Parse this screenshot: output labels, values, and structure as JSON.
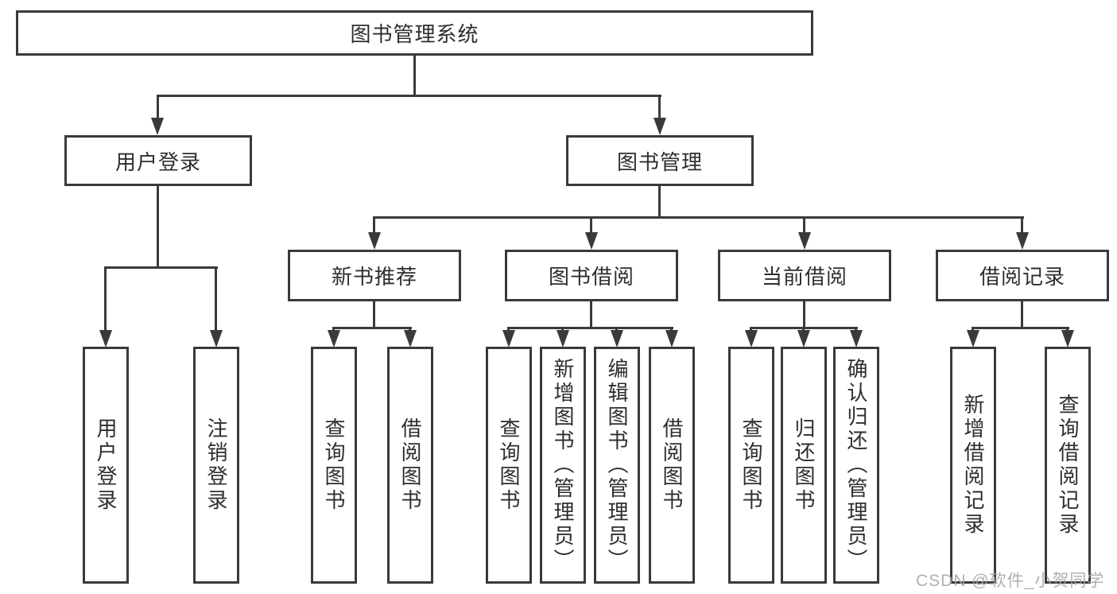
{
  "diagram": {
    "root": {
      "label": "图书管理系统"
    },
    "level2": [
      {
        "label": "用户登录"
      },
      {
        "label": "图书管理"
      }
    ],
    "level3": [
      {
        "label": "新书推荐"
      },
      {
        "label": "图书借阅"
      },
      {
        "label": "当前借阅"
      },
      {
        "label": "借阅记录"
      }
    ],
    "leaves": [
      {
        "label": "用户登录"
      },
      {
        "label": "注销登录"
      },
      {
        "label": "查询图书"
      },
      {
        "label": "借阅图书"
      },
      {
        "label": "查询图书"
      },
      {
        "label": "新增图书（管理员）"
      },
      {
        "label": "编辑图书（管理员）"
      },
      {
        "label": "借阅图书"
      },
      {
        "label": "查询图书"
      },
      {
        "label": "归还图书"
      },
      {
        "label": "确认归还（管理员）"
      },
      {
        "label": "新增借阅记录"
      },
      {
        "label": "查询借阅记录"
      }
    ]
  },
  "watermark": {
    "label": "CSDN @软件_小贺同学"
  },
  "colors": {
    "line": "#3a3a3a",
    "text": "#2e2e2e",
    "watermark": "#a5a5a5",
    "background": "#ffffff"
  }
}
